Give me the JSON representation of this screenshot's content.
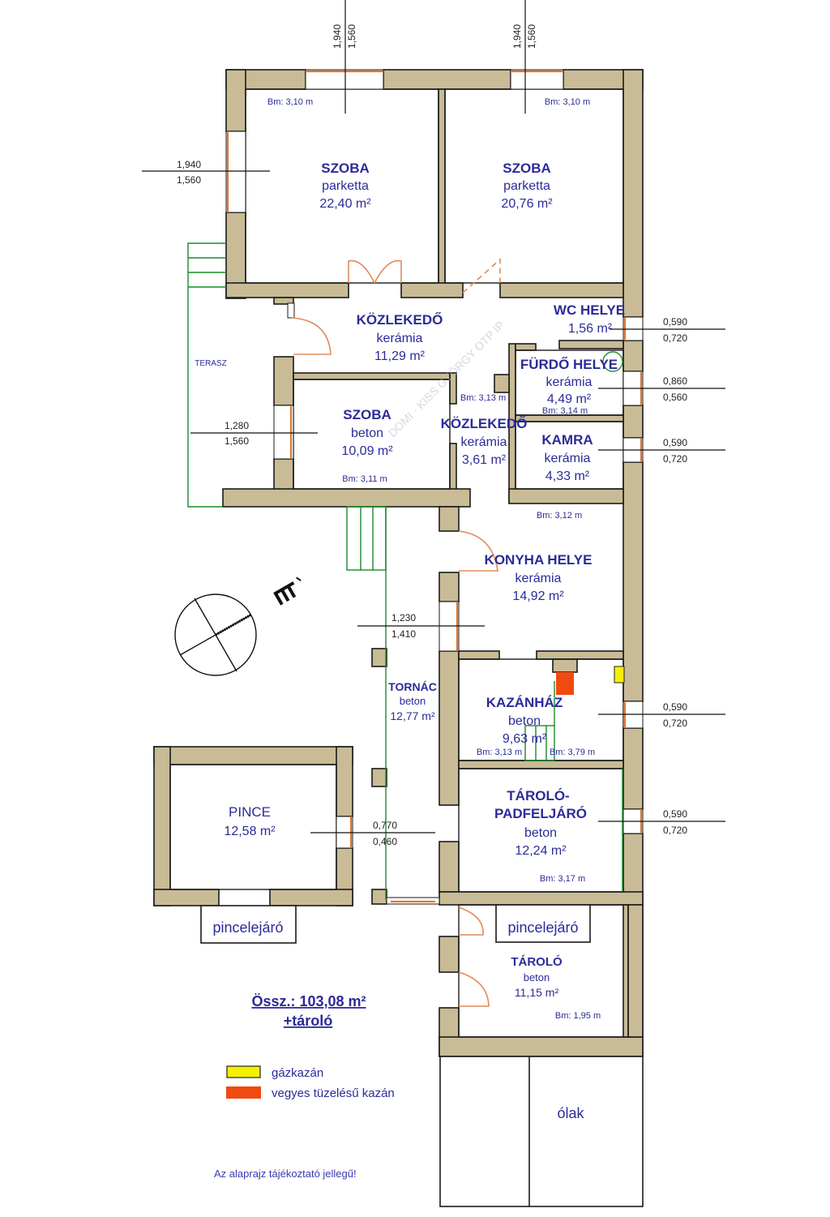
{
  "plan": {
    "rooms": [
      {
        "id": "szoba-1",
        "name": "SZOBA",
        "floor": "parketta",
        "area": "22,40 m²",
        "height": "Bm: 3,10 m"
      },
      {
        "id": "szoba-2",
        "name": "SZOBA",
        "floor": "parketta",
        "area": "20,76 m²",
        "height": "Bm: 3,10 m"
      },
      {
        "id": "kozlekedo-1",
        "name": "KÖZLEKEDŐ",
        "floor": "kerámia",
        "area": "11,29 m²",
        "height": "Bm: 3,13 m"
      },
      {
        "id": "wc",
        "name": "WC HELYE",
        "floor": "",
        "area": "1,56 m²",
        "height": ""
      },
      {
        "id": "furdo",
        "name": "FÜRDŐ HELYE",
        "floor": "kerámia",
        "area": "4,49 m²",
        "height": "Bm: 3,14 m"
      },
      {
        "id": "szoba-3",
        "name": "SZOBA",
        "floor": "beton",
        "area": "10,09 m²",
        "height": "Bm: 3,11 m"
      },
      {
        "id": "kozlekedo-2",
        "name": "KÖZLEKEDŐ",
        "floor": "kerámia",
        "area": "3,61 m²",
        "height": ""
      },
      {
        "id": "kamra",
        "name": "KAMRA",
        "floor": "kerámia",
        "area": "4,33 m²",
        "height": "Bm: 3,12 m"
      },
      {
        "id": "konyha",
        "name": "KONYHA HELYE",
        "floor": "kerámia",
        "area": "14,92 m²",
        "height": ""
      },
      {
        "id": "kazanhaz",
        "name": "KAZÁNHÁZ",
        "floor": "beton",
        "area": "9,63 m²",
        "height": "Bm: 3,13 m",
        "height2": "Bm: 3,79 m"
      },
      {
        "id": "tornac",
        "name": "TORNÁC",
        "floor": "beton",
        "area": "12,77 m²",
        "height": ""
      },
      {
        "id": "pince",
        "name": "PINCE",
        "floor": "",
        "area": "12,58 m²",
        "height": ""
      },
      {
        "id": "tarolo-padfeljaro",
        "name": "TÁROLÓ-",
        "name2": "PADFELJÁRÓ",
        "floor": "beton",
        "area": "12,24 m²",
        "height": "Bm: 3,17 m"
      },
      {
        "id": "tarolo",
        "name": "TÁROLÓ",
        "floor": "beton",
        "area": "11,15 m²",
        "height": "Bm: 1,95 m"
      }
    ],
    "terasz_label": "TERASZ",
    "pincelejaro_left": "pincelejáró",
    "pincelejaro_right": "pincelejáró",
    "olak_label": "ólak",
    "watermark": "DOMI · KISS GYÖRGY OTP IP"
  },
  "windows": [
    {
      "id": "top-left",
      "top": "1,940",
      "bottom": "1,560"
    },
    {
      "id": "top-right",
      "top": "1,940",
      "bottom": "1,560"
    },
    {
      "id": "left-szoba",
      "top": "1,940",
      "bottom": "1,560"
    },
    {
      "id": "left-szoba-beton",
      "top": "1,280",
      "bottom": "1,560"
    },
    {
      "id": "wc",
      "top": "0,590",
      "bottom": "0,720"
    },
    {
      "id": "furdo",
      "top": "0,860",
      "bottom": "0,560"
    },
    {
      "id": "kamra",
      "top": "0,590",
      "bottom": "0,720"
    },
    {
      "id": "konyha",
      "top": "1,230",
      "bottom": "1,410"
    },
    {
      "id": "kazanhaz",
      "top": "0,590",
      "bottom": "0,720"
    },
    {
      "id": "pince",
      "top": "0,770",
      "bottom": "0,460"
    },
    {
      "id": "tarolo-padfeljaro",
      "top": "0,590",
      "bottom": "0,720"
    }
  ],
  "summary": {
    "total": "Össz.: 103,08 m²",
    "extra": "+tároló"
  },
  "legend": {
    "items": [
      {
        "label": "gázkazán",
        "color": "#f5f000"
      },
      {
        "label": "vegyes tüzelésű kazán",
        "color": "#f04a10"
      }
    ]
  },
  "note": "Az alaprajz tájékoztató jellegű!",
  "colors": {
    "wall": "#c8bb96",
    "text": "#2b2b9a",
    "window": "#e07830",
    "stairs": "#1a8a2a"
  }
}
